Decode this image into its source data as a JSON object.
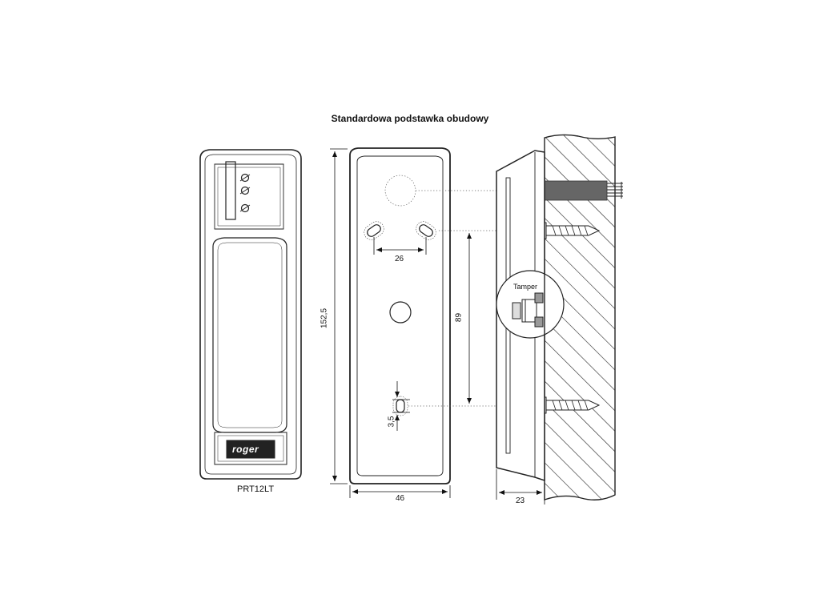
{
  "title": "Standardowa podstawka obudowy",
  "front_view": {
    "model_label": "PRT12LT",
    "brand": "roger"
  },
  "base_view": {
    "height_dim": "152,5",
    "width_dim": "46",
    "hole_spacing_dim": "26",
    "slot_dim": "3,5"
  },
  "side_view": {
    "mount_spacing_dim": "89",
    "depth_dim": "23",
    "tamper_label": "Tamper"
  }
}
